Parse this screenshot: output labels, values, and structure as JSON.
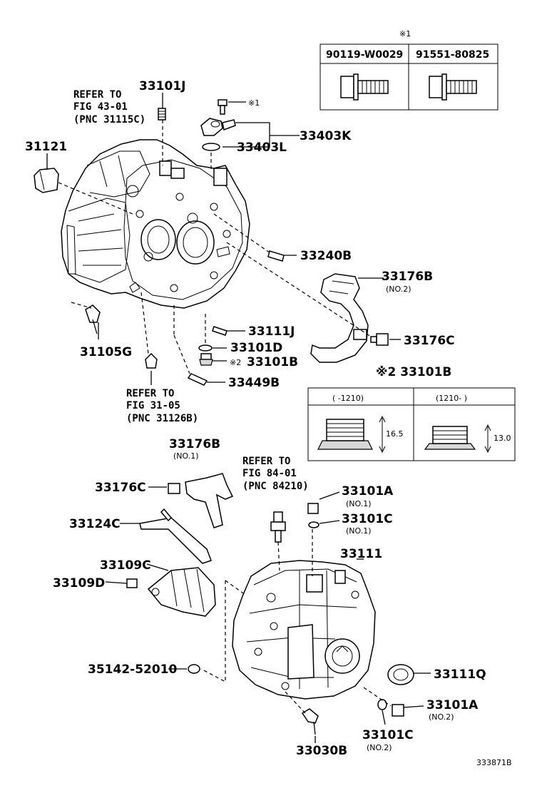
{
  "fastener_note": {
    "mark": "※1",
    "col1": "90119-W0029",
    "col2": "91551-80825"
  },
  "plug_note": {
    "title": "※2 33101B",
    "col1_header": "(      -1210)",
    "col2_header": "(1210-      )",
    "col1_dim": "16.5",
    "col2_dim": "13.0"
  },
  "parts": {
    "p33101J": "33101J",
    "p31121": "31121",
    "p33403K": "33403K",
    "p33403L": "33403L",
    "p33240B": "33240B",
    "p33176B_top": "33176B",
    "p33176B_top_sub": "(NO.2)",
    "p33176C_top": "33176C",
    "p33111J": "33111J",
    "p33101D": "33101D",
    "p33101B": "33101B",
    "p33101B_mark": "※2",
    "p33449B": "33449B",
    "p31105G": "31105G",
    "p33176B_mid": "33176B",
    "p33176B_mid_sub": "(NO.1)",
    "p33176C_mid": "33176C",
    "p33124C": "33124C",
    "p33109C": "33109C",
    "p33109D": "33109D",
    "p35142": "35142-52010",
    "p33101A_top": "33101A",
    "p33101A_top_sub": "(NO.1)",
    "p33101C_top": "33101C",
    "p33101C_top_sub": "(NO.1)",
    "p33111": "33111",
    "p33111Q": "33111Q",
    "p33101A_bot": "33101A",
    "p33101A_bot_sub": "(NO.2)",
    "p33101C_bot": "33101C",
    "p33101C_bot_sub": "(NO.2)",
    "p33030B": "33030B",
    "mark_bolt": "※1"
  },
  "refs": {
    "ref1": [
      "REFER TO",
      "FIG 43-01",
      "(PNC 31115C)"
    ],
    "ref2": [
      "REFER TO",
      "FIG 31-05",
      "(PNC 31126B)"
    ],
    "ref3": [
      "REFER TO",
      "FIG 84-01",
      "(PNC 84210)"
    ]
  },
  "diagram_id": "333871B"
}
